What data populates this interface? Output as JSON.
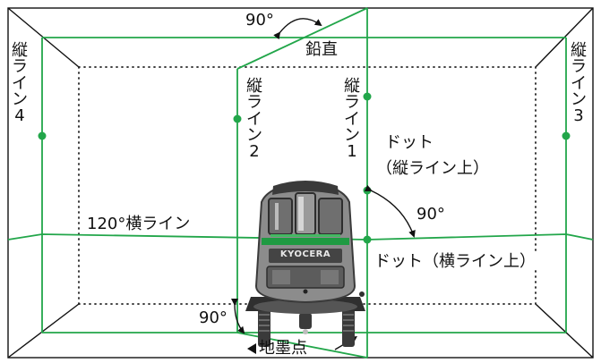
{
  "labels": {
    "line4": "縦\nラ\nイ\nン\n4",
    "line3": "縦\nラ\nイ\nン\n3",
    "line2": "縦\nラ\nイ\nン\n2",
    "line1": "縦\nラ\nイ\nン\n1",
    "plumb": "鉛直",
    "angle_top": "90°",
    "angle_right": "90°",
    "angle_bottom": "90°",
    "horizontal_line": "120°横ライン",
    "dot_vertical_1": "ドット",
    "dot_vertical_2": "（縦ライン上）",
    "dot_horizontal": "ドット（横ライン上）",
    "ground_point": "地墨点",
    "brand": "KYOCERA"
  },
  "colors": {
    "laser": "#22a64a",
    "outline": "#111111",
    "device_body": "#8c8c8c",
    "device_dark": "#3a3a3a"
  }
}
